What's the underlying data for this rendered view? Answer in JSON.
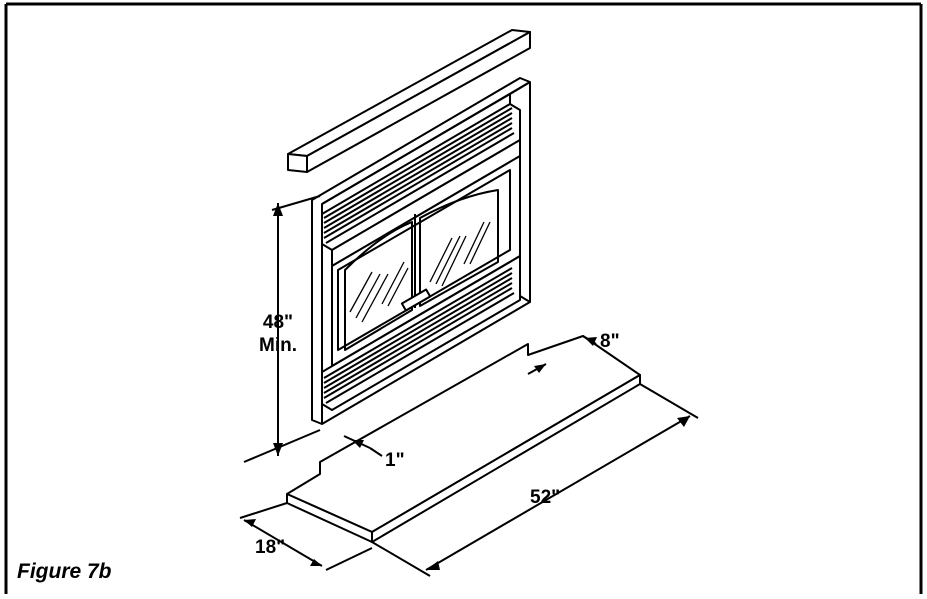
{
  "figure": {
    "caption": "Figure 7b",
    "dimensions": {
      "height_value": "48\"",
      "height_qualifier": "Min.",
      "hearth_extension": "8\"",
      "inset": "1\"",
      "hearth_depth": "18\"",
      "hearth_width": "52\""
    }
  }
}
